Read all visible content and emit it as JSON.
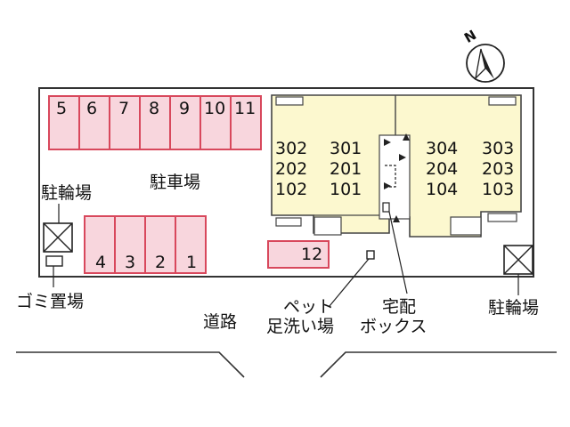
{
  "parking": {
    "top_row": [
      "5",
      "6",
      "7",
      "8",
      "9",
      "10",
      "11"
    ],
    "bottom_row": [
      "4",
      "3",
      "2",
      "1"
    ],
    "single": "12"
  },
  "rooms": {
    "left_outer": [
      "302",
      "202",
      "102"
    ],
    "left_inner": [
      "301",
      "201",
      "101"
    ],
    "right_inner": [
      "304",
      "204",
      "104"
    ],
    "right_outer": [
      "303",
      "203",
      "103"
    ]
  },
  "labels": {
    "parking_area": "駐車場",
    "bike_left": "駐輪場",
    "bike_right": "駐輪場",
    "garbage": "ゴミ置場",
    "road": "道路",
    "pet_line1": "ペット",
    "pet_line2": "足洗い場",
    "delivery_line1": "宅配",
    "delivery_line2": "ボックス",
    "compass": "N"
  },
  "colors": {
    "parking_fill": "#f8d6dd",
    "parking_border": "#d8485c",
    "building_fill": "#fcf8cf",
    "lot_border": "#333333"
  }
}
